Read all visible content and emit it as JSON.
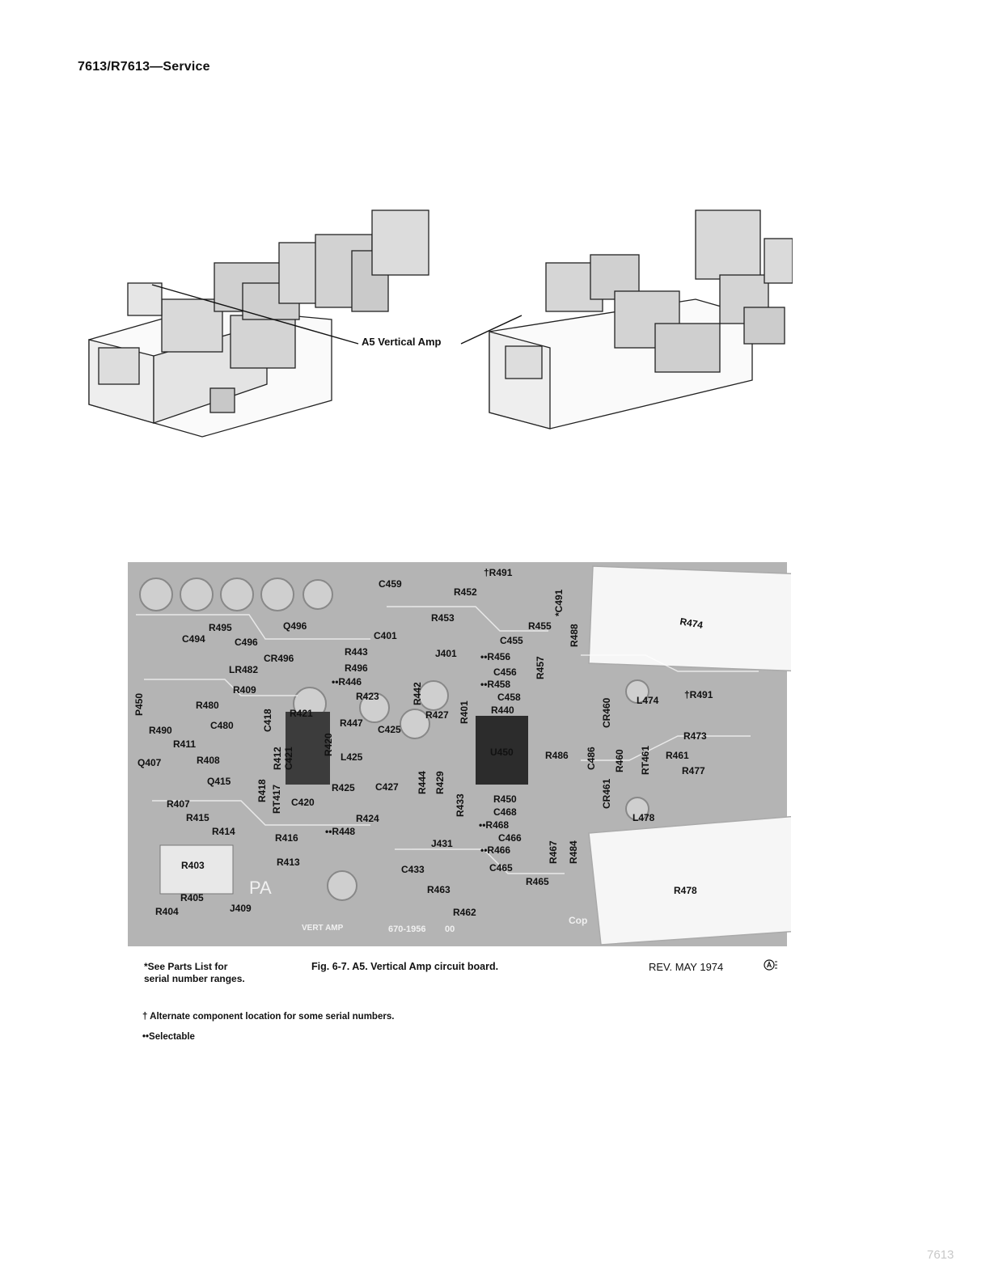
{
  "header": {
    "title": "7613/R7613—Service"
  },
  "illustration": {
    "callout_label": "A5 Vertical Amp"
  },
  "board": {
    "silkscreen": {
      "pa": "PA",
      "vert_amp": "VERT AMP",
      "part_no": "670-1956",
      "rev": "00",
      "cop": "Cop"
    },
    "components": [
      "†R491",
      "C459",
      "R452",
      "*C491",
      "R453",
      "R455",
      "R488",
      "R474",
      "R495",
      "Q496",
      "C401",
      "C494",
      "C496",
      "R443",
      "J401",
      "C455",
      "CR496",
      "R496",
      "••R456",
      "C456",
      "R457",
      "LR482",
      "••R446",
      "••R458",
      "R442",
      "P450",
      "R409",
      "R423",
      "C458",
      "R440",
      "R401",
      "L474",
      "†R491",
      "R480",
      "R421",
      "R427",
      "CR460",
      "C418",
      "C480",
      "R447",
      "C425",
      "R490",
      "R473",
      "R411",
      "R420",
      "U450",
      "R486",
      "C486",
      "R460",
      "RT461",
      "R461",
      "Q407",
      "R408",
      "R412",
      "C421",
      "L425",
      "R477",
      "Q415",
      "R418",
      "RT417",
      "R425",
      "C427",
      "R444",
      "R429",
      "CR461",
      "C420",
      "R433",
      "R450",
      "R407",
      "C468",
      "L478",
      "R415",
      "R424",
      "••R468",
      "R414",
      "R416",
      "••R448",
      "C466",
      "J431",
      "••R466",
      "R467",
      "R484",
      "R403",
      "R413",
      "C433",
      "C465",
      "R465",
      "R478",
      "R463",
      "R405",
      "R404",
      "J409",
      "R462"
    ]
  },
  "notes": {
    "parts_list_line1": "*See Parts List for",
    "parts_list_line2": "serial number ranges.",
    "figure_caption": "Fig. 6-7.  A5. Vertical Amp circuit board.",
    "revision": "REV. MAY 1974",
    "alternate": "† Alternate component location for some serial numbers.",
    "selectable": "••Selectable"
  },
  "page_number": "7613"
}
